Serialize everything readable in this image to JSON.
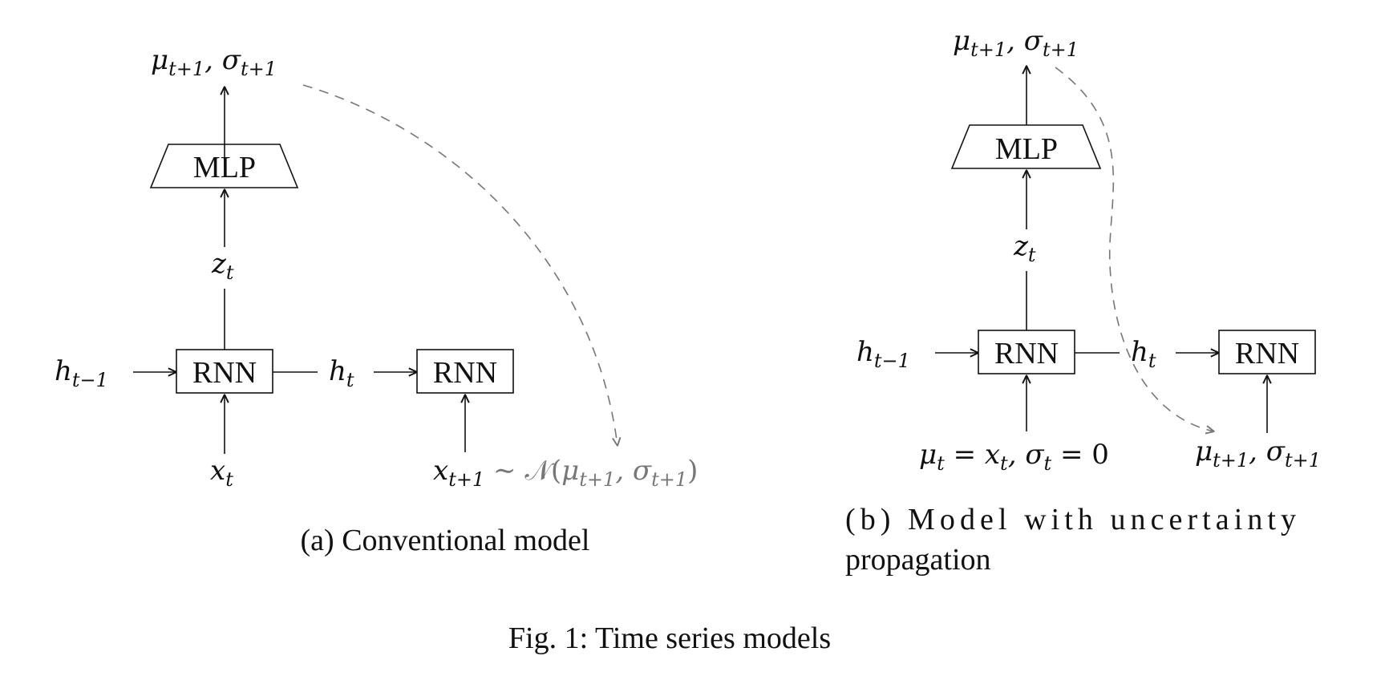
{
  "figure": {
    "caption": "Fig. 1: Time series models",
    "panel_a": {
      "caption": "(a) Conventional model",
      "mlp_label": "MLP",
      "rnn1_label": "RNN",
      "rnn2_label": "RNN",
      "output": "μ_{t+1}, σ_{t+1}",
      "latent": "z_t",
      "hidden_prev": "h_{t−1}",
      "hidden": "h_t",
      "input": "x_t",
      "next_input": "x_{t+1} ∼ 𝒩(μ_{t+1}, σ_{t+1})"
    },
    "panel_b": {
      "caption_line1": "(b) Model with uncertainty",
      "caption_line2": "propagation",
      "mlp_label": "MLP",
      "rnn1_label": "RNN",
      "rnn2_label": "RNN",
      "output": "μ_{t+1}, σ_{t+1}",
      "latent": "z_t",
      "hidden_prev": "h_{t−1}",
      "hidden": "h_t",
      "input": "μ_t = x_t, σ_t = 0",
      "next_input": "μ_{t+1}, σ_{t+1}"
    }
  }
}
